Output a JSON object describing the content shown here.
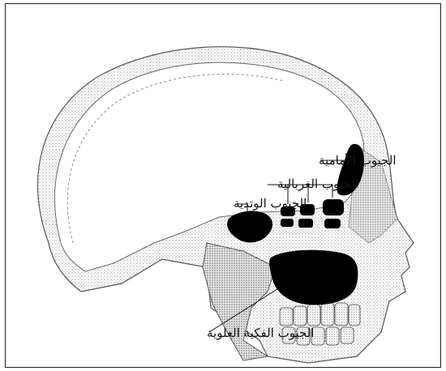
{
  "diagram": {
    "labels": {
      "frontal": "الجيوب الأمامية",
      "ethmoid": "الجيوب الغربالية",
      "sphenoid": "الجيوب الوتدية",
      "maxillary": "الجيوب الفكية العلوية"
    }
  }
}
